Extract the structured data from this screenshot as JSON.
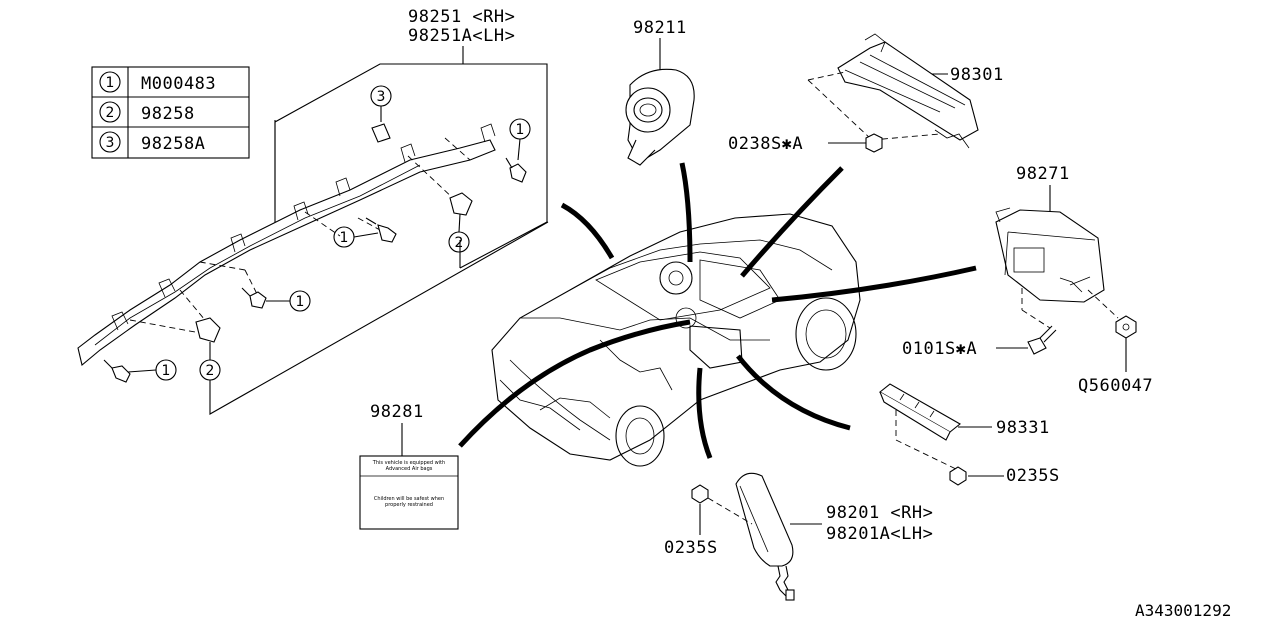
{
  "legend": [
    {
      "key": "1",
      "part": "M000483"
    },
    {
      "key": "2",
      "part": "98258"
    },
    {
      "key": "3",
      "part": "98258A"
    }
  ],
  "parts": {
    "curtain_rh": "98251 <RH>",
    "curtain_lh": "98251A<LH>",
    "driver_airbag": "98211",
    "knee_airbag": "98301",
    "knee_bolt": "0238S✱A",
    "passenger_airbag": "98271",
    "passenger_bolt": "0101S✱A",
    "passenger_nut": "Q560047",
    "label_part": "98281",
    "sensor_unit": "98331",
    "sensor_nut": "0235S",
    "side_rh": "98201 <RH>",
    "side_lh": "98201A<LH>",
    "side_nut": "0235S"
  },
  "callouts": {
    "one": "1",
    "two": "2",
    "three": "3"
  },
  "label_card": {
    "line1": "This vehicle is equipped with",
    "line2": "Advanced Air bags",
    "line3": "Children will be safest when",
    "line4": "properly restrained"
  },
  "diagram_id": "A343001292"
}
